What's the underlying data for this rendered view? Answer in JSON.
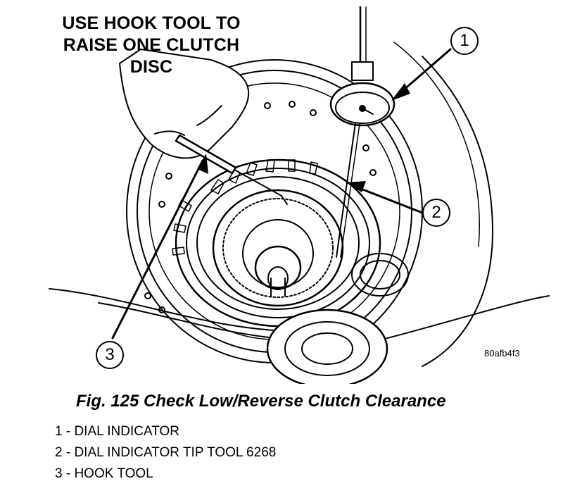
{
  "figure": {
    "instruction_lines": [
      "USE HOOK TOOL TO",
      "RAISE ONE CLUTCH",
      "DISC"
    ],
    "callouts": [
      "1",
      "2",
      "3"
    ],
    "image_id": "80afb4f3"
  },
  "caption": "Fig. 125 Check Low/Reverse Clutch Clearance",
  "legend": [
    "1 - DIAL INDICATOR",
    "2 - DIAL INDICATOR TIP TOOL 6268",
    "3 - HOOK TOOL"
  ]
}
